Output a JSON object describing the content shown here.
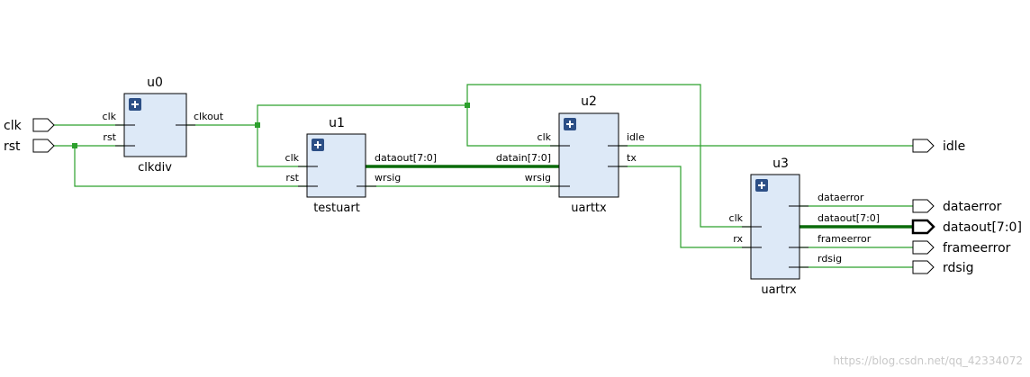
{
  "blocks": {
    "u0": {
      "instance": "u0",
      "type": "clkdiv",
      "pins": {
        "clk": "clk",
        "rst": "rst",
        "clkout": "clkout"
      }
    },
    "u1": {
      "instance": "u1",
      "type": "testuart",
      "pins": {
        "clk": "clk",
        "rst": "rst",
        "dataout": "dataout[7:0]",
        "wrsig": "wrsig"
      }
    },
    "u2": {
      "instance": "u2",
      "type": "uarttx",
      "pins": {
        "clk": "clk",
        "datain": "datain[7:0]",
        "wrsig": "wrsig",
        "idle": "idle",
        "tx": "tx"
      }
    },
    "u3": {
      "instance": "u3",
      "type": "uartrx",
      "pins": {
        "clk": "clk",
        "rx": "rx",
        "dataerror": "dataerror",
        "dataout": "dataout[7:0]",
        "frameerror": "frameerror",
        "rdsig": "rdsig"
      }
    }
  },
  "ports": {
    "inputs": [
      "clk",
      "rst"
    ],
    "outputs": [
      "idle",
      "dataerror",
      "dataout[7:0]",
      "frameerror",
      "rdsig"
    ]
  },
  "watermark": "https://blog.csdn.net/qq_42334072",
  "colors": {
    "wire": "#2ca02c",
    "bus": "#0a6b0a",
    "block_fill": "#dde9f7",
    "plus_badge": "#2c4f86"
  }
}
